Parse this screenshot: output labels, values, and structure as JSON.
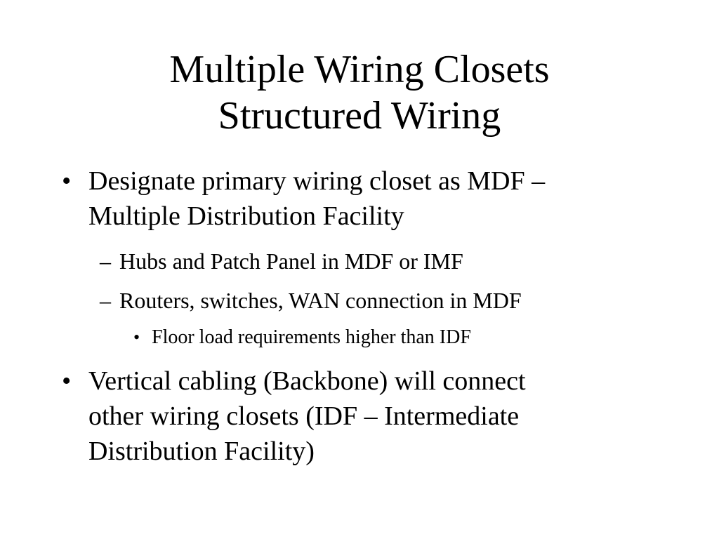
{
  "slide": {
    "title_lines": [
      "Multiple Wiring Closets",
      "Structured Wiring"
    ],
    "bullets": [
      {
        "marker": "•",
        "lines": [
          "Designate primary wiring closet as MDF –",
          "Multiple Distribution Facility"
        ]
      },
      {
        "marker": "–",
        "text": "Hubs and Patch Panel in MDF or IMF"
      },
      {
        "marker": "–",
        "text": "Routers, switches, WAN connection in MDF"
      },
      {
        "marker": "•",
        "text": "Floor load requirements higher than IDF"
      },
      {
        "marker": "•",
        "lines": [
          "Vertical cabling (Backbone) will connect",
          "other wiring closets (IDF – Intermediate",
          "Distribution Facility)"
        ]
      }
    ]
  }
}
